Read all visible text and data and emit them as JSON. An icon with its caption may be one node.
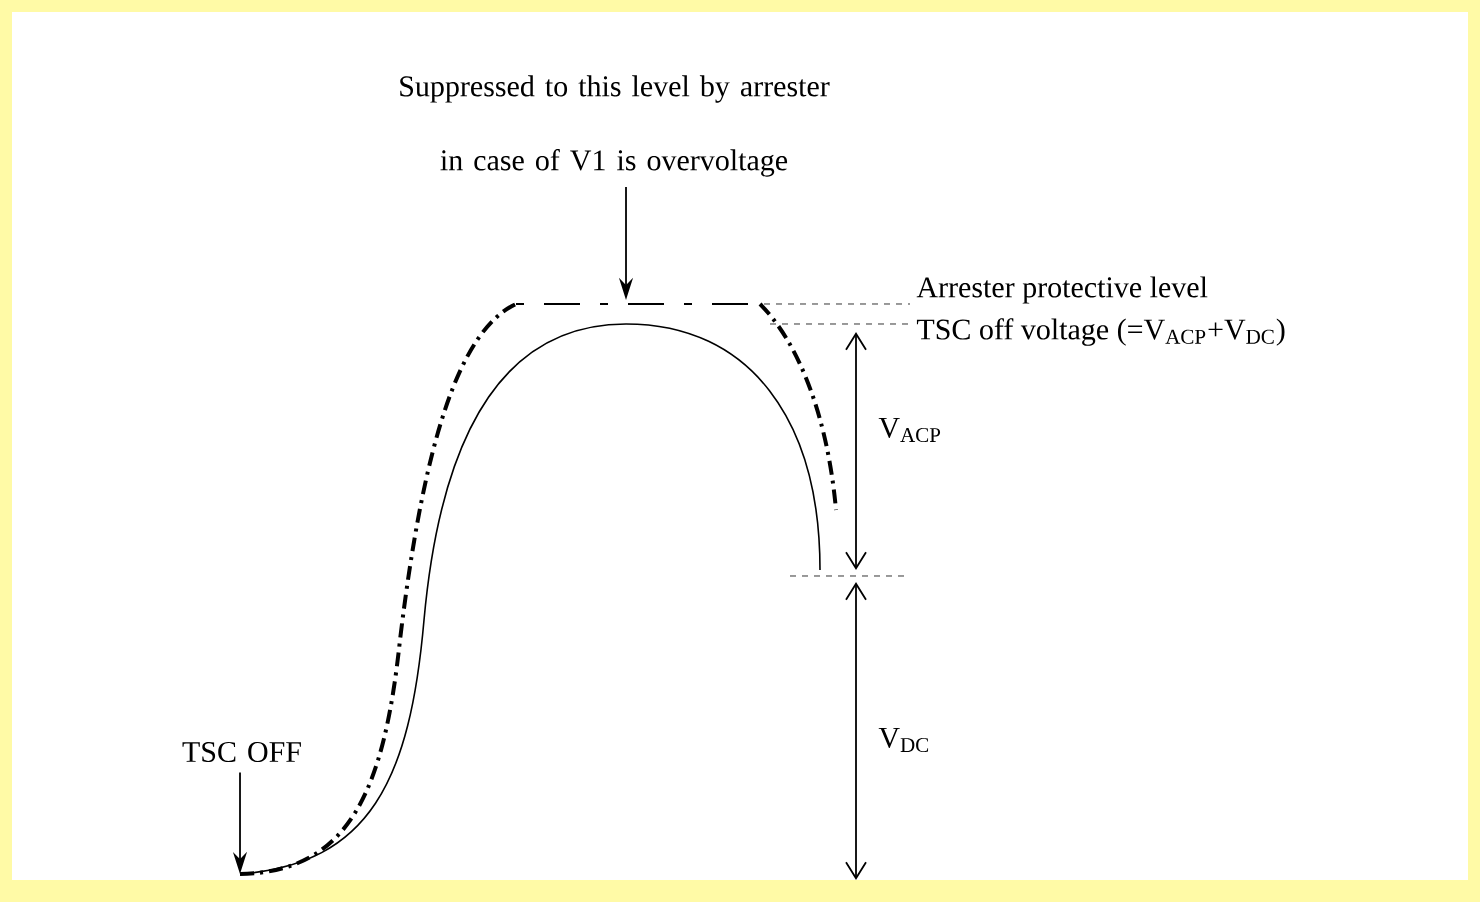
{
  "diagram": {
    "nodes": [
      {
        "text": [
          "Suppressed to this level by arrester in case of V1 is overvoltage"
        ]
      },
      {
        "text": [
          "TSC OFF"
        ]
      }
    ],
    "edges": [
      {
        "from": 0,
        "to": null,
        "arrow": "to"
      },
      {
        "from": 1,
        "to": null,
        "arrow": "to"
      }
    ],
    "labels": [
      "Arrester protective level",
      "TSC off voltage (=V$_{ACP}$+V$_{DC}$)",
      "V$_{ACP}$",
      "V$_{DC}$"
    ]
  }
}
